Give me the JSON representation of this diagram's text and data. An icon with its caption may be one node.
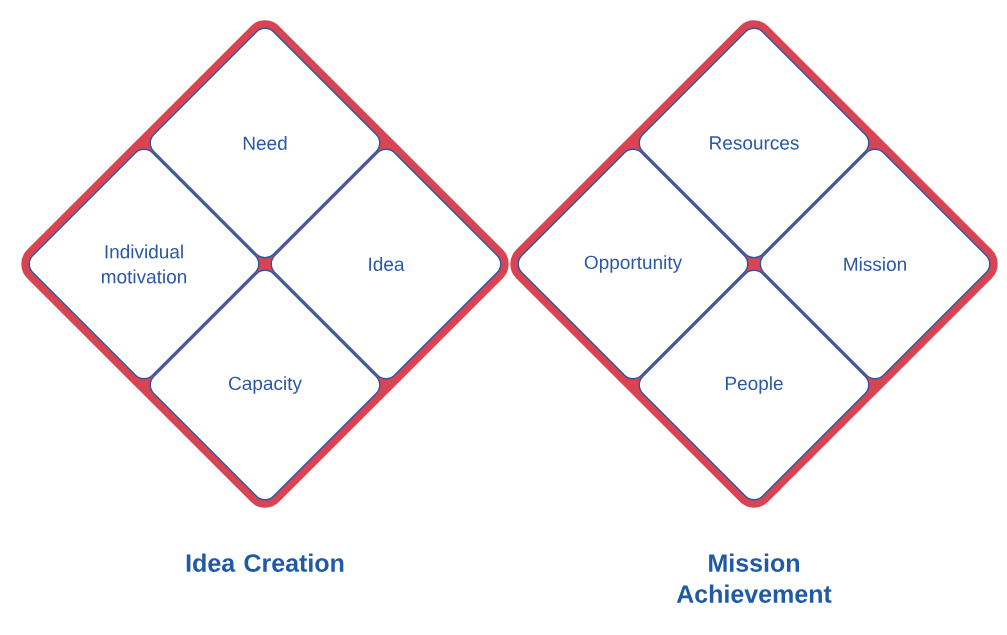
{
  "diagram": {
    "nodes": [
      {
        "text": [
          "Idea Creation"
        ]
      },
      {
        "text": [
          "Need"
        ],
        "in": 0
      },
      {
        "text": [
          "Individual motivation"
        ],
        "in": 0
      },
      {
        "text": [
          "Idea"
        ],
        "in": 0
      },
      {
        "text": [
          "Capacity"
        ],
        "in": 0
      },
      {
        "text": [
          "Mission Achievement"
        ]
      },
      {
        "text": [
          "Resources"
        ],
        "in": 5
      },
      {
        "text": [
          "Opportunity"
        ],
        "in": 5
      },
      {
        "text": [
          "Mission"
        ],
        "in": 5
      },
      {
        "text": [
          "People"
        ],
        "in": 5
      }
    ]
  }
}
